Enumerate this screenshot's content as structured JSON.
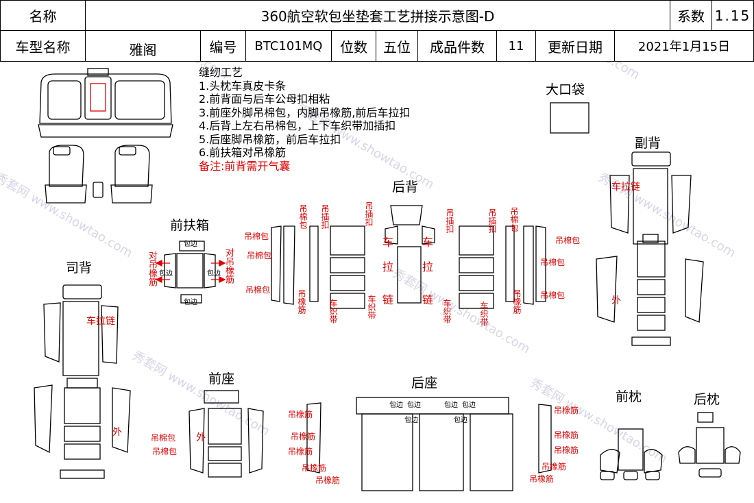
{
  "header": {
    "name_label": "名称",
    "title": "360航空软包坐垫套工艺拼接示意图-D",
    "coef_label": "系数",
    "coef_value": "1.15",
    "model_label": "车型名称",
    "model_value": "雅阁",
    "code_label": "编号",
    "code_value": "BTC101MQ",
    "pos_label": "位数",
    "pos_value": "五位",
    "count_label": "成品件数",
    "count_value": "11",
    "date_label": "更新日期",
    "date_value": "2021年1月15日"
  },
  "notes": {
    "title": "缝纫工艺",
    "items": [
      "1.头枕车真皮卡条",
      "2.前背面与后车公母扣相粘",
      "3.前座外脚吊棉包，内脚吊橡筋,前后车拉扣",
      "4.后背上左右吊棉包，上下车织带加插扣",
      "5.后座脚吊橡筋，前后车拉扣",
      "6.前扶箱对吊橡筋"
    ],
    "remark": "备注:前背需开气囊"
  },
  "sections": {
    "big_pocket": "大口袋",
    "passenger_back": "副背",
    "rear_back": "后背",
    "front_armrest": "前扶箱",
    "driver_back": "司背",
    "front_seat": "前座",
    "rear_seat": "后座",
    "front_pillow": "前枕",
    "rear_pillow": "后枕"
  },
  "annotations": {
    "zipper": "车拉链",
    "outer": "外",
    "hang_cotton": "吊棉包",
    "hang_elastic": "吊橡筋",
    "hang_buckle": "吊插扣",
    "hang_cotton_v": "吊棉包",
    "sew_strap": "车织带",
    "che": "车",
    "la": "拉",
    "lian": "链",
    "edge": "包边",
    "pair_elastic": "对吊橡筋"
  },
  "watermark": {
    "text": "秀套网 www.showtao.com"
  },
  "colors": {
    "annotation": "#e00000",
    "line": "#000000",
    "watermark": "#d6d6e8"
  }
}
